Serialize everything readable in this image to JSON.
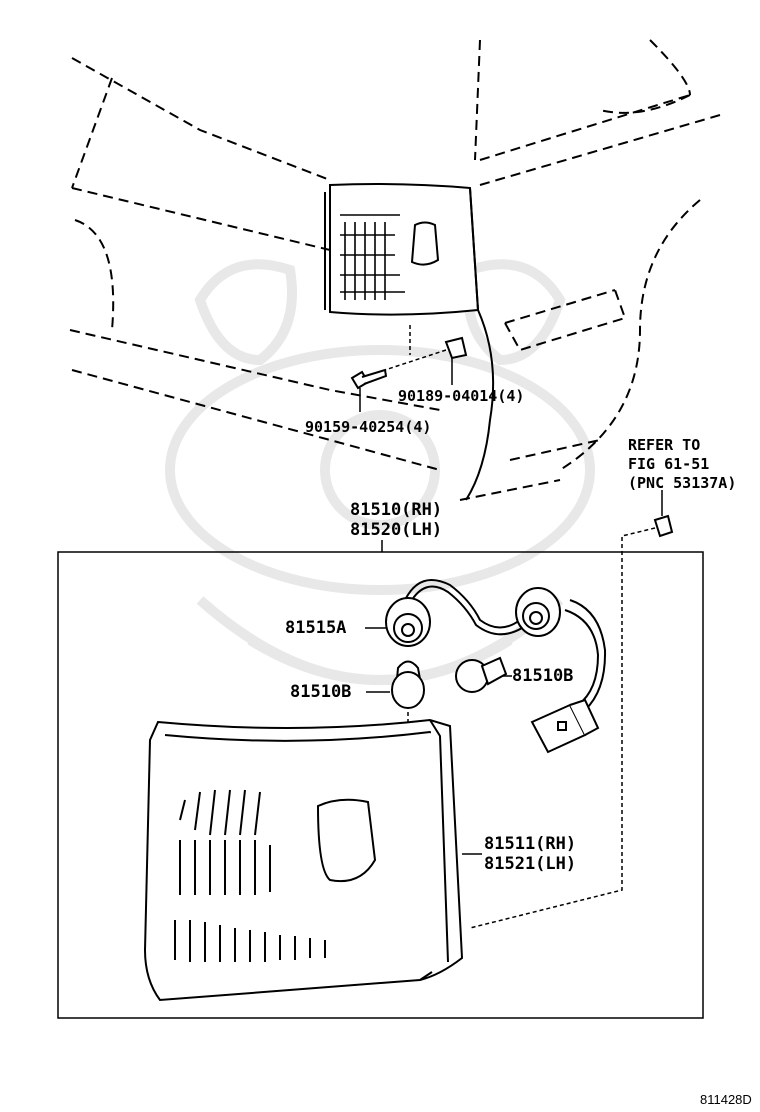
{
  "parts": {
    "lamp_assy_rh": "81510(RH)",
    "lamp_assy_lh": "81520(LH)",
    "socket": "81515A",
    "bulb_left": "81510B",
    "bulb_right": "81510B",
    "lens_rh": "81511(RH)",
    "lens_lh": "81521(LH)",
    "nut": "90189-04014(4)",
    "screw": "90159-40254(4)"
  },
  "refer": {
    "line1": "REFER TO",
    "line2": "FIG 61-51",
    "line3": "(PNC 53137A)"
  },
  "figure_id": "811428D",
  "colors": {
    "ink": "#000000",
    "watermark": "#e6e6e6",
    "background": "#ffffff"
  }
}
